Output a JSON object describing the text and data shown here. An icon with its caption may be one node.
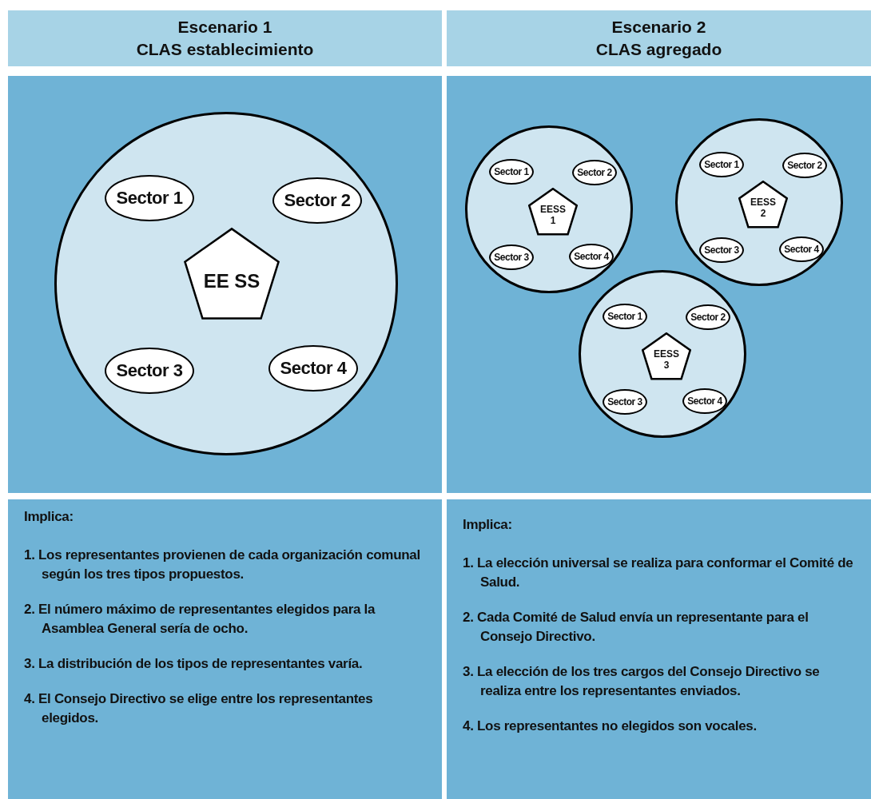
{
  "diagram": {
    "nodes": [
      {
        "text": [
          "Escenario 1",
          "CLAS establecimiento"
        ]
      },
      {
        "text": [
          "Escenario 2",
          "CLAS agregado"
        ]
      },
      {
        "text": [],
        "shape": "circle"
      },
      {
        "text": [
          "Sector 1"
        ],
        "in": 2
      },
      {
        "text": [
          "Sector 2"
        ],
        "in": 2
      },
      {
        "text": [
          "Sector 3"
        ],
        "in": 2
      },
      {
        "text": [
          "Sector 4"
        ],
        "in": 2
      },
      {
        "text": [
          "EE SS"
        ],
        "in": 2
      },
      {
        "text": [],
        "shape": "circle"
      },
      {
        "text": [
          "Sector 1"
        ],
        "in": 8
      },
      {
        "text": [
          "Sector 2"
        ],
        "in": 8
      },
      {
        "text": [
          "Sector 3"
        ],
        "in": 8
      },
      {
        "text": [
          "Sector 4"
        ],
        "in": 8
      },
      {
        "text": [
          "EESS 1"
        ],
        "in": 8
      },
      {
        "text": [],
        "shape": "circle"
      },
      {
        "text": [
          "Sector 1"
        ],
        "in": 14
      },
      {
        "text": [
          "Sector 2"
        ],
        "in": 14
      },
      {
        "text": [
          "Sector 3"
        ],
        "in": 14
      },
      {
        "text": [
          "Sector 4"
        ],
        "in": 14
      },
      {
        "text": [
          "EESS 2"
        ],
        "in": 14
      },
      {
        "text": [],
        "shape": "circle"
      },
      {
        "text": [
          "Sector 1"
        ],
        "in": 20
      },
      {
        "text": [
          "Sector 2"
        ],
        "in": 20
      },
      {
        "text": [
          "Sector 3"
        ],
        "in": 20
      },
      {
        "text": [
          "Sector 4"
        ],
        "in": 20
      },
      {
        "text": [
          "EESS 3"
        ],
        "in": 20
      },
      {
        "text": [
          "Implica:",
          "1. Los representantes provienen de cada organización comunal según los tres tipos propuestos.",
          "2. El número máximo de representantes elegidos para la Asamblea General sería de ocho.",
          "3. La distribución de los tipos de representantes varía.",
          "4. El Consejo Directivo se elige entre los representantes elegidos."
        ]
      },
      {
        "text": [
          "Implica:",
          "1. La elección universal se realiza para conformar el Comité de Salud.",
          "2. Cada Comité de Salud envía un representante para el Consejo Directivo.",
          "3. La elección de los tres cargos del Consejo Directivo se realiza entre los representantes enviados.",
          "4. Los representantes no elegidos son vocales."
        ]
      }
    ],
    "edges": []
  }
}
